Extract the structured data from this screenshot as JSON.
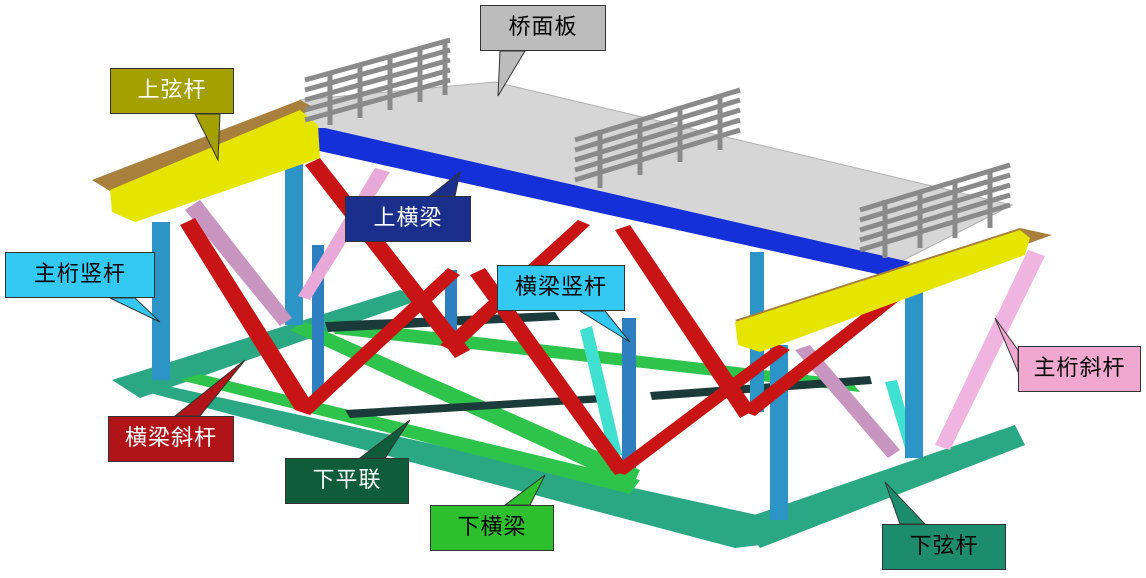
{
  "labels": {
    "deck": "桥面板",
    "top_chord": "上弦杆",
    "top_beam": "上横梁",
    "main_vertical": "主桁竖杆",
    "crossbeam_vertical": "横梁竖杆",
    "main_diagonal": "主桁斜杆",
    "crossbeam_diagonal": "横梁斜杆",
    "bottom_lateral": "下平联",
    "bottom_beam": "下横梁",
    "bottom_chord": "下弦杆"
  },
  "colors": {
    "deck": "#d6d6d6",
    "top_chord": "#e5e500",
    "top_chord_plate": "#a87f3c",
    "top_beam": "#1530d8",
    "main_vertical": "#2d94c8",
    "crossbeam_vertical": "#2d7fc0",
    "main_diagonal": "#e8a8d8",
    "crossbeam_diagonal": "#c81414",
    "bottom_lateral": "#22b0b8",
    "bottom_beam": "#2ec44c",
    "bottom_chord": "#2aa883",
    "railing": "#8a8a8a",
    "label_deck_bg": "#bcbcbc",
    "label_top_chord_bg": "#a3a000",
    "label_top_beam_bg": "#1a2f8c",
    "label_vertical_bg": "#33c9f2",
    "label_diag_bg": "#f0a8d0",
    "label_cdiag_bg": "#b01418",
    "label_lat_bg": "#0e5c3a",
    "label_bbeam_bg": "#2dbf2d",
    "label_bot_bg": "#1d8c6c"
  }
}
